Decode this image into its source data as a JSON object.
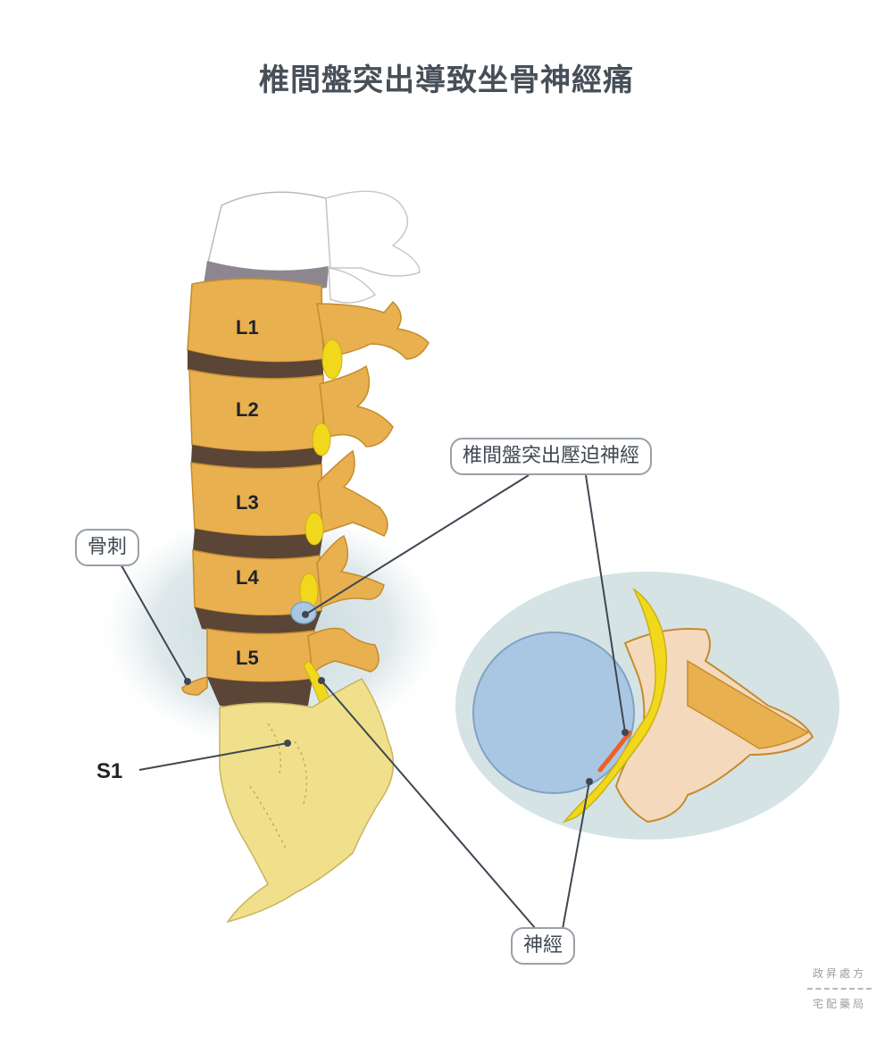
{
  "title": "椎間盤突出導致坐骨神經痛",
  "vertebrae": [
    "L1",
    "L2",
    "L3",
    "L4",
    "L5"
  ],
  "labels": {
    "herniation": "椎間盤突出壓迫神經",
    "bone_spur": "骨刺",
    "sacrum": "S1",
    "nerve": "神經"
  },
  "brand": {
    "line1": "政昇處方",
    "line2": "宅配藥局"
  },
  "colors": {
    "bone": "#e9b04f",
    "disc": "#5a4536",
    "sacrum": "#f0e08c",
    "nerve": "#f2d81c",
    "disc_cross_section": "#a9c7e3",
    "shadow": "#c9dadd",
    "leader_line": "#3f4852"
  }
}
